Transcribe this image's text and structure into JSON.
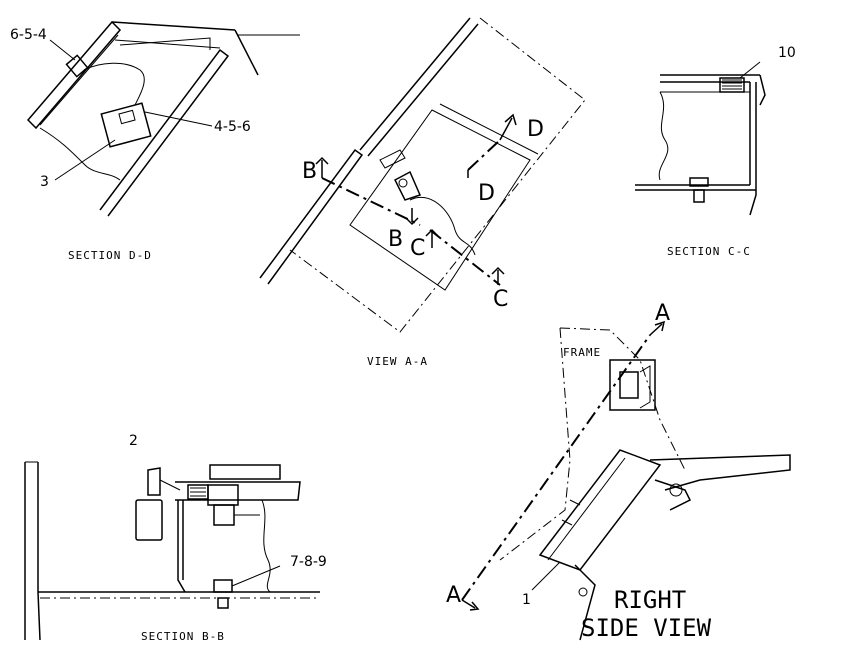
{
  "views": {
    "section_dd": {
      "caption": "SECTION D-D",
      "callouts": [
        "6-5-4",
        "4-5-6",
        "3"
      ]
    },
    "view_aa": {
      "caption": "VIEW A-A",
      "markers": [
        "B",
        "B",
        "C",
        "C",
        "D",
        "D"
      ]
    },
    "section_cc": {
      "caption": "SECTION C-C",
      "callouts": [
        "10"
      ]
    },
    "section_bb": {
      "caption": "SECTION B-B",
      "callouts": [
        "2",
        "7-8-9"
      ]
    },
    "right_side": {
      "caption_line1": "RIGHT",
      "caption_line2": "SIDE VIEW",
      "frame_label": "FRAME",
      "callouts": [
        "1"
      ],
      "markers": [
        "A",
        "A"
      ]
    }
  }
}
